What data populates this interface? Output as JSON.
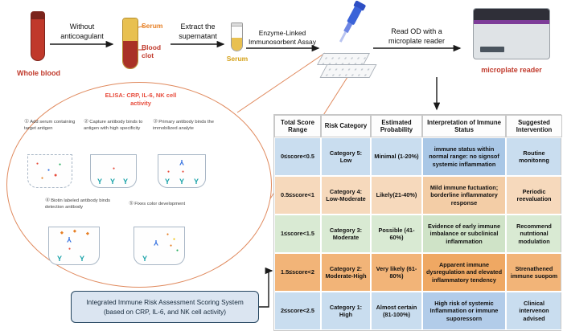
{
  "colors": {
    "accent_red": "#c0392b",
    "serum_yellow": "#e8c050",
    "ellipse_border": "#e08a5e",
    "box_bg": "#dbe5f1",
    "box_border": "#24455f",
    "row_blue": "#c9ddef",
    "row_blue_strong": "#a9c7e6",
    "row_peach": "#f6d9bc",
    "row_green": "#d9ead3",
    "row_orange": "#f2b478",
    "reader_stripe": "#7d3c98"
  },
  "workflow": {
    "whole_blood_label": "Whole blood",
    "arrow1_line1": "Without",
    "arrow1_line2": "anticoagulant",
    "serum_top_label": "Serum",
    "blood_clot_label": "Blood clot",
    "arrow2_line1": "Extract the",
    "arrow2_line2": "supernatant",
    "serum_tube_label": "Serum",
    "arrow3_line1": "Enzyme-Linked",
    "arrow3_line2": "Immunosorbent Assay",
    "arrow4_line1": "Read OD with a",
    "arrow4_line2": "microplate reader",
    "reader_label": "microplate reader"
  },
  "elisa": {
    "title_line1": "ELISA:  CRP,  IL-6,  NK cell",
    "title_line2": "activity",
    "steps": [
      {
        "num": "①",
        "text": "Add serum containing target antigen"
      },
      {
        "num": "②",
        "text": "Capture antibody binds to antigen with high specificity"
      },
      {
        "num": "③",
        "text": "Primary antibody binds the immobilized analyte"
      },
      {
        "num": "④",
        "text": "Biotin labeled antibody binds detection antibody"
      },
      {
        "num": "⑤",
        "text": "Fixes color development"
      }
    ]
  },
  "icons": {
    "antibody": "Y",
    "antigen": "●",
    "biotin": "◆",
    "dot": "●"
  },
  "scoring_box": {
    "line1": "Integrated Immune Risk Assessment Scoring System",
    "line2": "(based on CRP, IL-6, and NK cell activity)"
  },
  "table": {
    "headers": [
      "Total Score Range",
      "Risk Category",
      "Estimated Probability",
      "Interpretation of Immune Status",
      "Suggested Intervention"
    ],
    "rows": [
      {
        "range": "0≤score<0.5",
        "category": "Category 5: Low",
        "probability": "Minimal (1-20%)",
        "interpretation": "immune status within normal range: no signsof systemic inflammation",
        "intervention": "Routine monitonng",
        "row_style": "background:#c9ddef",
        "interp_style": "background:#a9c7e6"
      },
      {
        "range": "0.5≤score<1",
        "category": "Category 4: Low-Moderate",
        "probability": "Likely(21-40%)",
        "interpretation": "Mild immune fuctuation; borderline inflammatory response",
        "intervention": "Periodic reevaluation",
        "row_style": "background:#f6d9bc",
        "interp_style": "background:#f3cda6"
      },
      {
        "range": "1≤score<1.5",
        "category": "Category 3: Moderate",
        "probability": "Possible (41-60%)",
        "interpretation": "Evidence of early immune imbalance or subclinical inflammation",
        "intervention": "Recommend nutntional modulation",
        "row_style": "background:#d9ead3",
        "interp_style": "background:#cfe3c7"
      },
      {
        "range": "1.5≤score<2",
        "category": "Category 2: Moderate-High",
        "probability": "Very likely (61-80%)",
        "interpretation": "Apparent immune dysregulation and elevated inflammatory tendency",
        "intervention": "Strenathened immune suopom",
        "row_style": "background:#f2b478",
        "interp_style": "background:#efa863"
      },
      {
        "range": "2≤score<2.5",
        "category": "Category 1: High",
        "probability": "Almost certain (81-100%)",
        "interpretation": "High risk of systemic Inflammation or immune suporessorn",
        "intervention": "Clinical intervenon advised",
        "row_style": "background:#c9ddef",
        "interp_style": "background:#b2cce9"
      }
    ]
  }
}
